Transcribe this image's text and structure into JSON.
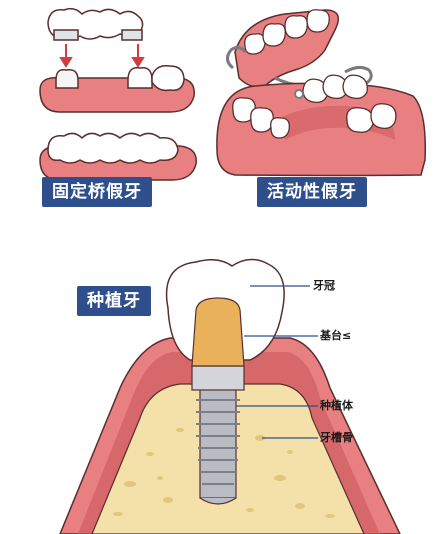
{
  "labels": {
    "fixed_bridge": "固定桥假牙",
    "removable": "活动性假牙",
    "implant": "种植牙"
  },
  "callouts": {
    "crown": "牙冠",
    "abutment": "基台≤",
    "implant_body": "种植体",
    "alveolar_bone": "牙槽骨"
  },
  "colors": {
    "gum": "#e87f80",
    "gum_dark": "#c9585c",
    "tooth": "#ffffff",
    "tooth_shadow": "#e6e9ef",
    "outline": "#5b2d2d",
    "label_bg": "#2f4f8c",
    "bone": "#f3e1a9",
    "abutment": "#e9b25a",
    "implant": "#b9bcc3"
  }
}
